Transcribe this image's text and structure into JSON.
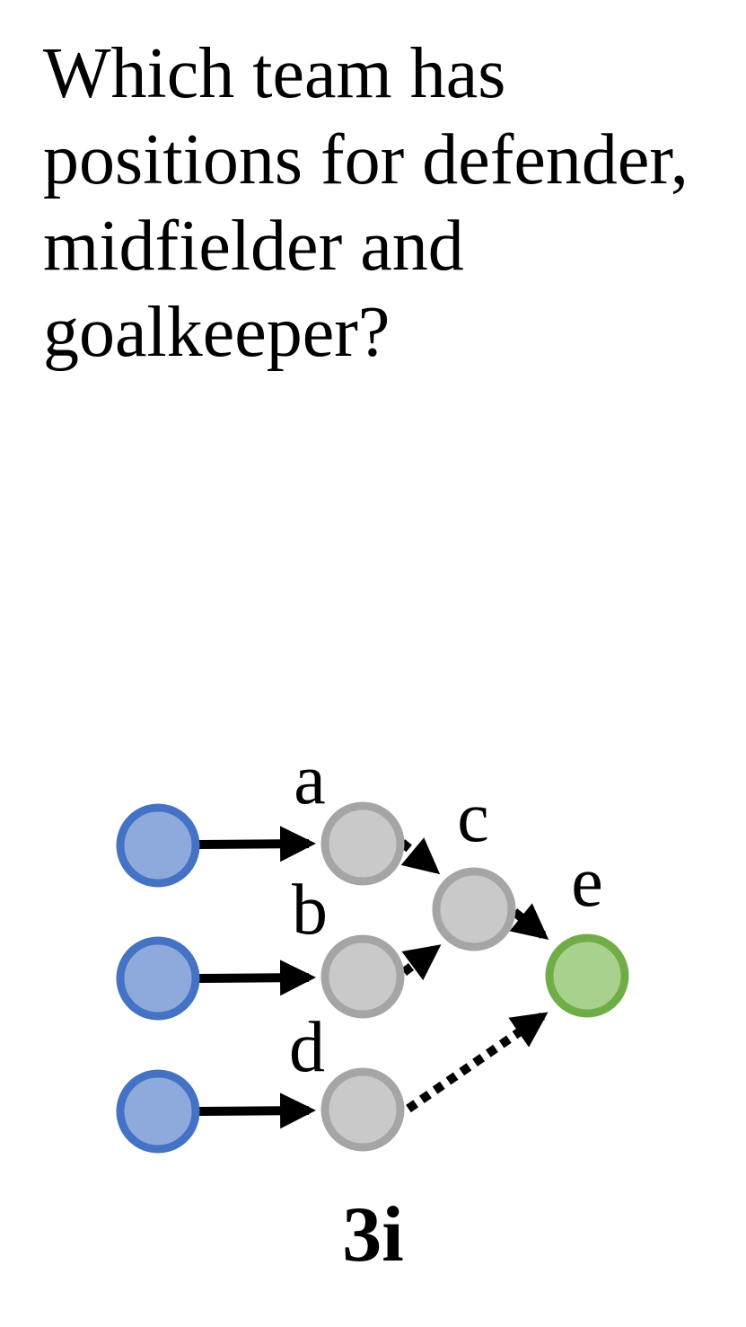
{
  "question": "Which team has positions for defender, midfielder and goalkeeper?",
  "caption": "3i",
  "colors": {
    "input_fill": "#8eaadc",
    "input_stroke": "#4472c4",
    "intermediate_fill": "#c9c9c9",
    "intermediate_stroke": "#a5a5a5",
    "answer_fill": "#a9d18e",
    "answer_stroke": "#70ad47",
    "edge": "#000000"
  },
  "diagram": {
    "nodes": [
      {
        "id": "in1",
        "role": "input",
        "label": ""
      },
      {
        "id": "in2",
        "role": "input",
        "label": ""
      },
      {
        "id": "in3",
        "role": "input",
        "label": ""
      },
      {
        "id": "a",
        "role": "intermediate",
        "label": "a"
      },
      {
        "id": "b",
        "role": "intermediate",
        "label": "b"
      },
      {
        "id": "c",
        "role": "intermediate",
        "label": "c"
      },
      {
        "id": "d",
        "role": "intermediate",
        "label": "d"
      },
      {
        "id": "e",
        "role": "answer",
        "label": "e"
      }
    ],
    "edges": [
      {
        "from": "in1",
        "to": "a",
        "style": "solid"
      },
      {
        "from": "in2",
        "to": "b",
        "style": "solid"
      },
      {
        "from": "in3",
        "to": "d",
        "style": "solid"
      },
      {
        "from": "a",
        "to": "c",
        "style": "dotted"
      },
      {
        "from": "b",
        "to": "c",
        "style": "dotted"
      },
      {
        "from": "c",
        "to": "e",
        "style": "dotted"
      },
      {
        "from": "d",
        "to": "e",
        "style": "dotted"
      }
    ]
  }
}
